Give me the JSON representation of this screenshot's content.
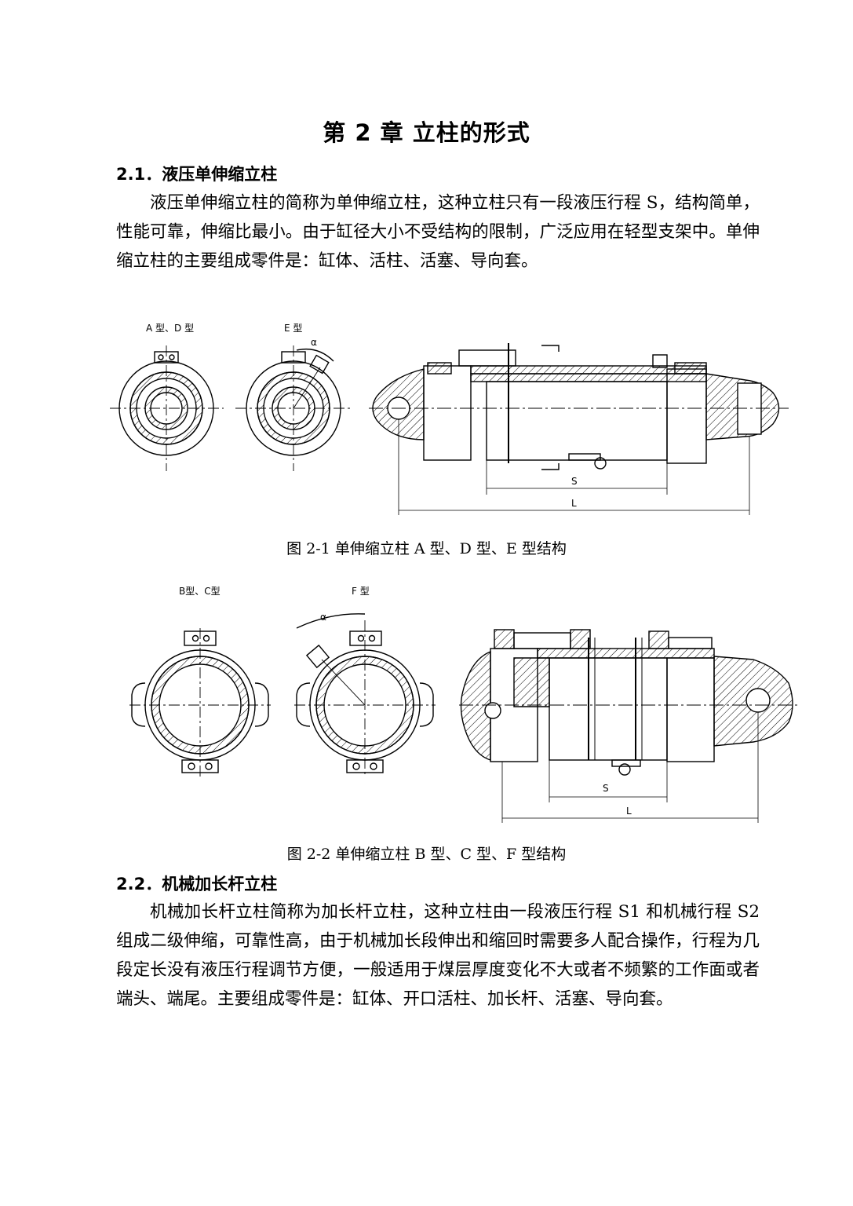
{
  "chapter_title": "第 2 章  立柱的形式",
  "section1": {
    "heading": "2.1．液压单伸缩立柱",
    "paragraph": "液压单伸缩立柱的简称为单伸缩立柱，这种立柱只有一段液压行程 S，结构简单，性能可靠，伸缩比最小。由于缸径大小不受结构的限制，广泛应用在轻型支架中。单伸缩立柱的主要组成零件是：缸体、活柱、活塞、导向套。"
  },
  "figure1": {
    "caption": "图 2-1  单伸缩立柱 A 型、D 型、E 型结构",
    "labels": {
      "view_ad": "A 型、D 型",
      "view_e": "E 型",
      "alpha": "α",
      "stroke": "S",
      "length": "L"
    }
  },
  "figure2": {
    "caption": "图 2-2  单伸缩立柱 B 型、C 型、F 型结构",
    "labels": {
      "view_bc": "B型、C型",
      "view_f": "F 型",
      "alpha": "α",
      "stroke": "S",
      "length": "L"
    }
  },
  "section2": {
    "heading": "2.2．机械加长杆立柱",
    "paragraph": "机械加长杆立柱简称为加长杆立柱，这种立柱由一段液压行程 S1 和机械行程 S2 组成二级伸缩，可靠性高，由于机械加长段伸出和缩回时需要多人配合操作，行程为几段定长没有液压行程调节方便，一般适用于煤层厚度变化不大或者不频繁的工作面或者端头、端尾。主要组成零件是：缸体、开口活柱、加长杆、活塞、导向套。"
  }
}
